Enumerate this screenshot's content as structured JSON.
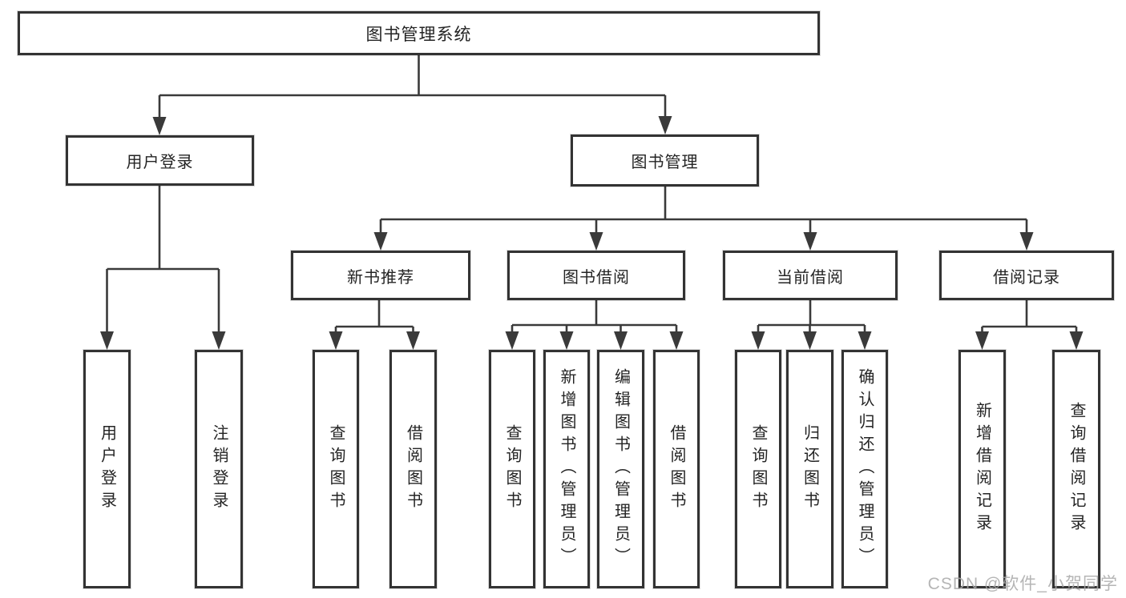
{
  "diagram_title": "图书管理系统",
  "nodes": {
    "root": "图书管理系统",
    "user_login": "用户登录",
    "book_mgmt": "图书管理",
    "new_book_rec": "新书推荐",
    "book_borrow": "图书借阅",
    "current_borrow": "当前借阅",
    "borrow_records": "借阅记录",
    "login_user_login": "用户登录",
    "login_logout": "注销登录",
    "rec_query_books": "查询图书",
    "rec_borrow_books": "借阅图书",
    "borrow_query_books": "查询图书",
    "borrow_add_books": "新增图书（管理员）",
    "borrow_edit_books": "编辑图书（管理员）",
    "borrow_borrow_books": "借阅图书",
    "current_query_books": "查询图书",
    "current_return_books": "归还图书",
    "current_confirm_return": "确认归还（管理员）",
    "records_add_record": "新增借阅记录",
    "records_query_record": "查询借阅记录"
  },
  "watermark": {
    "text": "CSDN @软件_小贺同学"
  },
  "colors": {
    "line": "#3a3a3a",
    "box_border": "#333333",
    "text": "#242424",
    "background": "#ffffff",
    "watermark": "#a8a8a8"
  }
}
